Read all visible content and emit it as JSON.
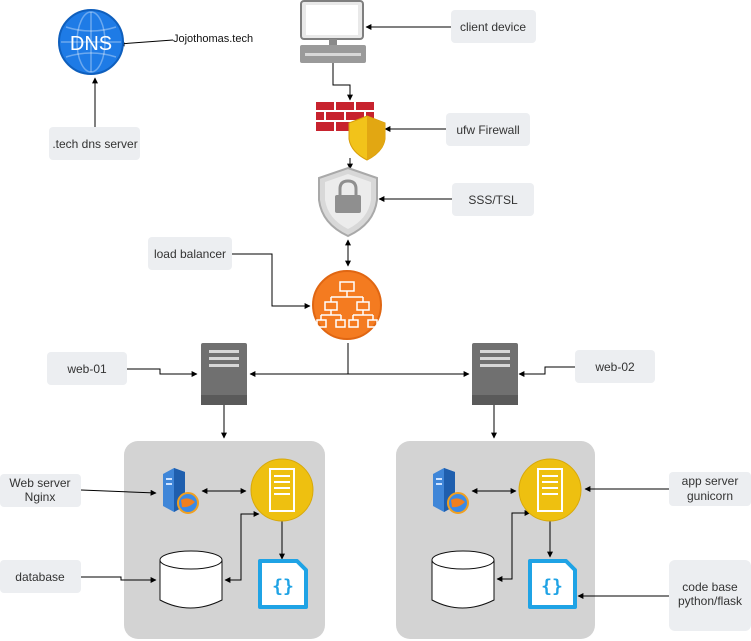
{
  "labels": {
    "dns_icon_text": "DNS",
    "domain": "Jojothomas.tech",
    "client_device": "client device",
    "dns_server": ".tech dns server",
    "firewall": "ufw Firewall",
    "ssl": "SSS/TSL",
    "load_balancer": "load balancer",
    "web01": "web-01",
    "web02": "web-02",
    "web_server_line1": "Web server",
    "web_server_line2": "Nginx",
    "database": "database",
    "app_server_line1": "app server",
    "app_server_line2": "gunicorn",
    "code_base_line1": "code base",
    "code_base_line2": "python/flask",
    "code_icon_glyph": "{}"
  },
  "colors": {
    "label_box": "#eceef1",
    "cluster_box": "#d3d3d3",
    "dns_blue": "#1e7be6",
    "firewall_red": "#c7232e",
    "shield_yellow": "#f2c31a",
    "lb_orange": "#f47b20",
    "server_gray": "#707070",
    "app_yellow": "#eec010",
    "code_blue": "#1fa3e5"
  },
  "icons": [
    "globe-icon",
    "monitor-icon",
    "firewall-icon",
    "shield-icon",
    "lock-icon",
    "hierarchy-icon",
    "server-icon",
    "web-server-icon",
    "database-icon",
    "app-server-icon",
    "code-file-icon"
  ]
}
